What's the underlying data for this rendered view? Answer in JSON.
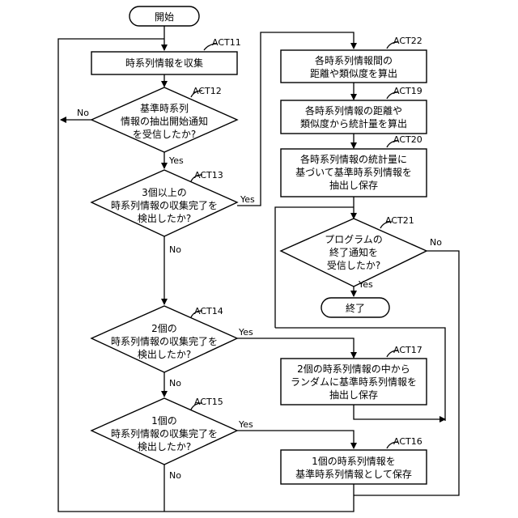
{
  "nodes": {
    "start": {
      "text": [
        "開始"
      ]
    },
    "act11": {
      "label": "ACT11",
      "text": [
        "時系列情報を収集"
      ]
    },
    "act12": {
      "label": "ACT12",
      "text": [
        "基準時系列",
        "情報の抽出開始通知",
        "を受信したか?"
      ],
      "yes": "Yes",
      "no": "No"
    },
    "act13": {
      "label": "ACT13",
      "text": [
        "3個以上の",
        "時系列情報の収集完了を",
        "検出したか?"
      ],
      "yes": "Yes",
      "no": "No"
    },
    "act14": {
      "label": "ACT14",
      "text": [
        "2個の",
        "時系列情報の収集完了を",
        "検出したか?"
      ],
      "yes": "Yes",
      "no": "No"
    },
    "act15": {
      "label": "ACT15",
      "text": [
        "1個の",
        "時系列情報の収集完了を",
        "検出したか?"
      ],
      "yes": "Yes",
      "no": "No"
    },
    "act22": {
      "label": "ACT22",
      "text": [
        "各時系列情報間の",
        "距離や類似度を算出"
      ]
    },
    "act19": {
      "label": "ACT19",
      "text": [
        "各時系列情報の距離や",
        "類似度から統計量を算出"
      ]
    },
    "act20": {
      "label": "ACT20",
      "text": [
        "各時系列情報の統計量に",
        "基づいて基準時系列情報を",
        "抽出し保存"
      ]
    },
    "act21": {
      "label": "ACT21",
      "text": [
        "プログラムの",
        "終了通知を",
        "受信したか?"
      ],
      "yes": "Yes",
      "no": "No"
    },
    "end": {
      "text": [
        "終了"
      ]
    },
    "act17": {
      "label": "ACT17",
      "text": [
        "2個の時系列情報の中から",
        "ランダムに基準時系列情報を",
        "抽出し保存"
      ]
    },
    "act16": {
      "label": "ACT16",
      "text": [
        "1個の時系列情報を",
        "基準時系列情報として保存"
      ]
    }
  }
}
